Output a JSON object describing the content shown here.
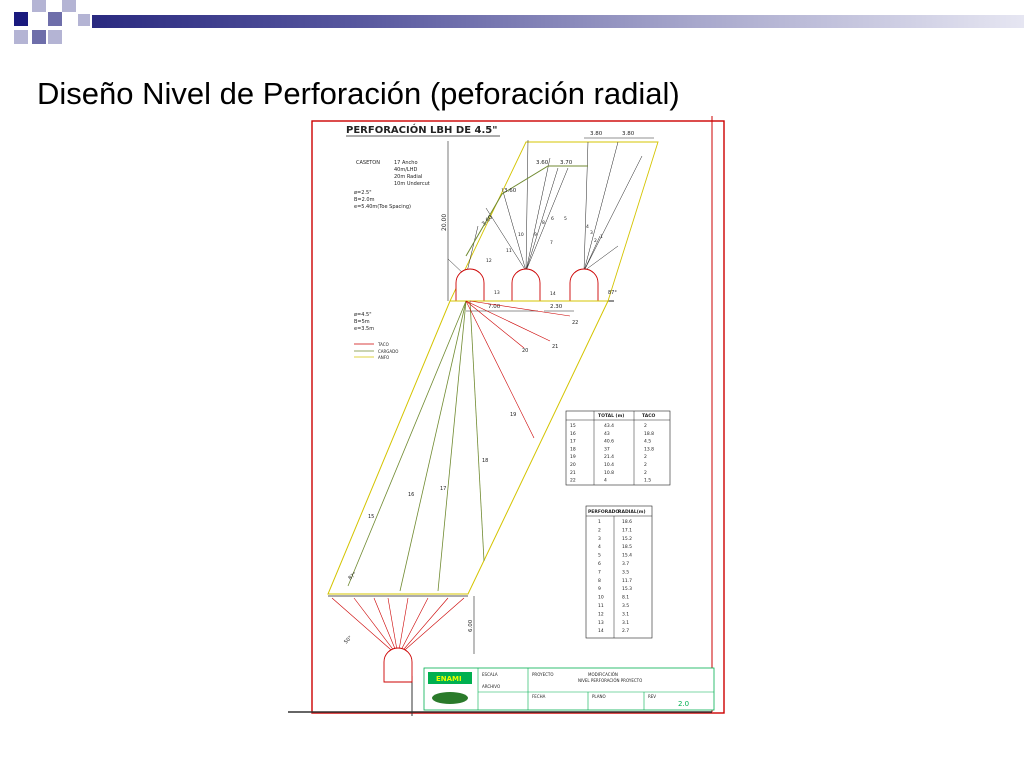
{
  "slide": {
    "title": "Diseño Nivel de Perforación (peforación radial)"
  },
  "drawing": {
    "heading": "PERFORACIÓN LBH DE 4.5\"",
    "notes_top": [
      "CASETON",
      "17 Ancho",
      "40m/LHD",
      "20m Radial",
      "10m Undercut"
    ],
    "params_top": [
      "ø=2.5\"",
      "B=2.0m",
      "e=5.40m(Toe Spacing)"
    ],
    "params_mid": [
      "ø=4.5\"",
      "B=5m",
      "e=3.5m"
    ],
    "legend": [
      "TACO",
      "CARGADO",
      "ANFO"
    ],
    "dims": {
      "d1": "3.80",
      "d2": "3.80",
      "d3": "3.60",
      "d4": "3.70",
      "d5": "3.60",
      "d6": "3.60",
      "height": "20.00",
      "w700": "7.00",
      "w230": "2.30",
      "h600": "6.00",
      "a1": "87°",
      "a2": "87°",
      "a3": "50°"
    },
    "labels_small": [
      "1",
      "2",
      "3",
      "4",
      "5",
      "6",
      "7",
      "8",
      "9",
      "10",
      "11",
      "12",
      "13",
      "14"
    ],
    "labels_long": [
      "15",
      "16",
      "17",
      "18",
      "19",
      "20",
      "21",
      "22"
    ]
  },
  "table1": {
    "headers": [
      "",
      "TOTAL (m)",
      "TACO"
    ],
    "rows": [
      [
        "15",
        "43.4",
        "2"
      ],
      [
        "16",
        "43",
        "18.8"
      ],
      [
        "17",
        "40.6",
        "4.5"
      ],
      [
        "18",
        "37",
        "13.8"
      ],
      [
        "19",
        "21.4",
        "2"
      ],
      [
        "20",
        "10.4",
        "2"
      ],
      [
        "21",
        "10.8",
        "2"
      ],
      [
        "22",
        "4",
        "1.5"
      ]
    ]
  },
  "table2": {
    "headers": [
      "PERFORADO",
      "RADIAL(m)"
    ],
    "rows": [
      [
        "1",
        "18.6"
      ],
      [
        "2",
        "17.1"
      ],
      [
        "3",
        "15.2"
      ],
      [
        "4",
        "18.5"
      ],
      [
        "5",
        "15.4"
      ],
      [
        "6",
        "3.7"
      ],
      [
        "7",
        "3.5"
      ],
      [
        "8",
        "11.7"
      ],
      [
        "9",
        "15.3"
      ],
      [
        "10",
        "8.1"
      ],
      [
        "11",
        "3.5"
      ],
      [
        "12",
        "3.1"
      ],
      [
        "13",
        "3.1"
      ],
      [
        "14",
        "2.7"
      ]
    ]
  },
  "titleblock": {
    "logo": "ENAMI",
    "field1": "ESCALA",
    "field2": "PROYECTO",
    "field3": "ARCHIVO",
    "value2": "MODIFICACIÓN",
    "value3": "NIVEL PERFORACIÓN PROYECTO",
    "value4": "PLANO",
    "value5": "FECHA",
    "value6": "REV",
    "value7": "2.0"
  },
  "colors": {
    "bullet_dark": "#1a1a7e",
    "bullet_mid": "#6e6eaa",
    "bullet_light": "#b4b4d4",
    "bar_start": "#2a2a80",
    "frame_red": "#cc0000",
    "hole_yellow": "#d4c400",
    "hole_olive": "#708a30",
    "table_green": "#00b050"
  }
}
